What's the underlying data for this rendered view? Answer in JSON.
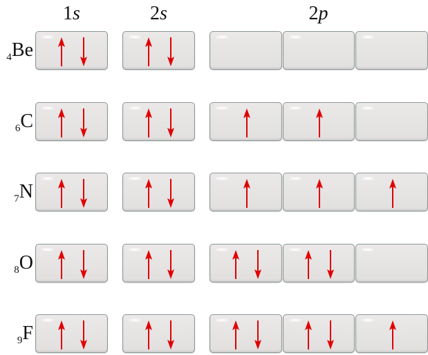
{
  "headers": [
    {
      "num": "1",
      "letter": "s"
    },
    {
      "num": "2",
      "letter": "s"
    },
    {
      "num": "2",
      "letter": "p"
    }
  ],
  "arrow_color": "#e00000",
  "elements": [
    {
      "z": "4",
      "symbol": "Be",
      "orbitals": [
        [
          "up",
          "down"
        ],
        [
          "up",
          "down"
        ],
        [],
        [],
        []
      ]
    },
    {
      "z": "6",
      "symbol": "C",
      "orbitals": [
        [
          "up",
          "down"
        ],
        [
          "up",
          "down"
        ],
        [
          "up"
        ],
        [
          "up"
        ],
        []
      ]
    },
    {
      "z": "7",
      "symbol": "N",
      "orbitals": [
        [
          "up",
          "down"
        ],
        [
          "up",
          "down"
        ],
        [
          "up"
        ],
        [
          "up"
        ],
        [
          "up"
        ]
      ]
    },
    {
      "z": "8",
      "symbol": "O",
      "orbitals": [
        [
          "up",
          "down"
        ],
        [
          "up",
          "down"
        ],
        [
          "up",
          "down"
        ],
        [
          "up",
          "down"
        ],
        []
      ]
    },
    {
      "z": "9",
      "symbol": "F",
      "orbitals": [
        [
          "up",
          "down"
        ],
        [
          "up",
          "down"
        ],
        [
          "up",
          "down"
        ],
        [
          "up",
          "down"
        ],
        [
          "up"
        ]
      ]
    }
  ]
}
